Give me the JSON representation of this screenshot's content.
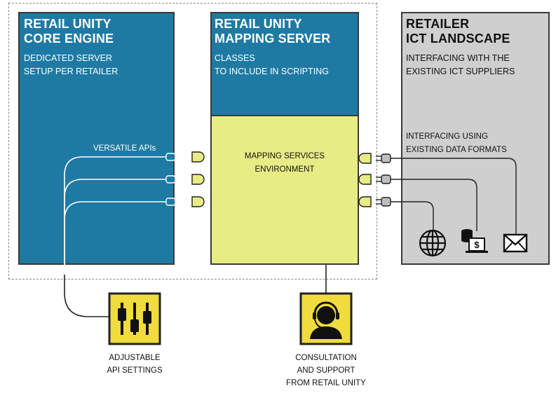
{
  "core_engine": {
    "title_line1": "RETAIL UNITY",
    "title_line2": "CORE ENGINE",
    "sub_line1": "DEDICATED SERVER",
    "sub_line2": "SETUP PER RETAILER",
    "apis_label": "VERSATILE APIs"
  },
  "mapping_server": {
    "title_line1": "RETAIL UNITY",
    "title_line2": "MAPPING SERVER",
    "sub_line1": "CLASSES",
    "sub_line2": "TO INCLUDE IN SCRIPTING",
    "env_line1": "MAPPING SERVICES",
    "env_line2": "ENVIRONMENT"
  },
  "retailer": {
    "title_line1": "RETAILER",
    "title_line2": "ICT LANDSCAPE",
    "sub_line1": "INTERFACING WITH THE",
    "sub_line2": "EXISTING ICT SUPPLIERS",
    "formats_line1": "INTERFACING USING",
    "formats_line2": "EXISTING DATA FORMATS",
    "icons": [
      "globe-icon",
      "database-cash-icon",
      "envelope-icon"
    ]
  },
  "api_settings": {
    "icon": "sliders-icon",
    "label_line1": "ADJUSTABLE",
    "label_line2": "API SETTINGS"
  },
  "consultation": {
    "icon": "headset-support-icon",
    "label_line1": "CONSULTATION",
    "label_line2": "AND SUPPORT",
    "label_line3": "FROM RETAIL UNITY"
  },
  "colors": {
    "blue": "#1e7aa3",
    "yellow": "#e8ec85",
    "gray": "#cfcfcf",
    "icon_yellow": "#f0dc3c"
  }
}
